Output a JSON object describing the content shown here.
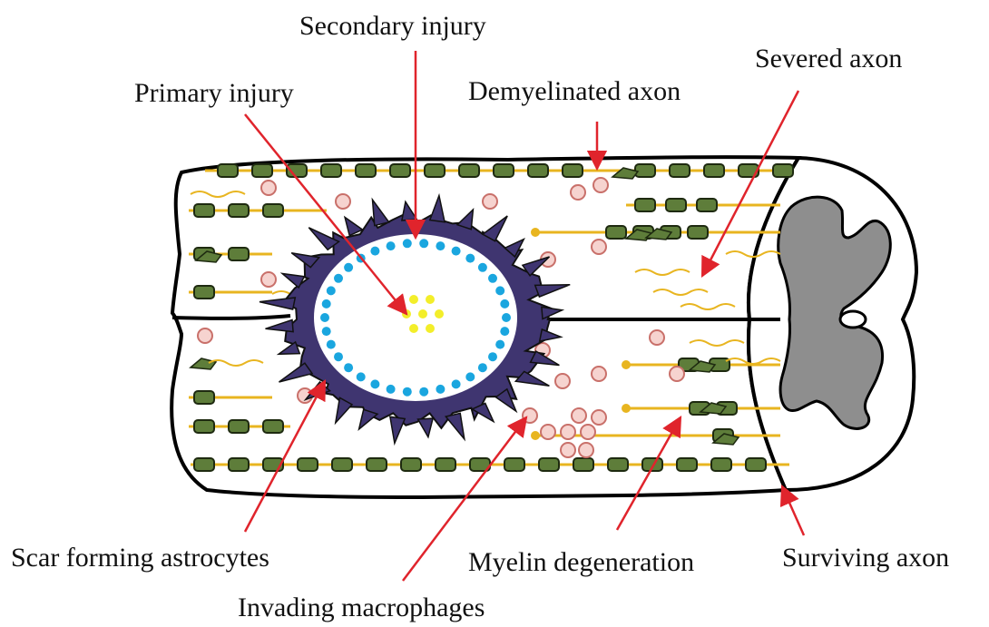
{
  "labels": {
    "secondary_injury": "Secondary injury",
    "primary_injury": "Primary injury",
    "demyelinated_axon": "Demyelinated axon",
    "severed_axon": "Severed axon",
    "scar_forming_astrocytes": "Scar forming astrocytes",
    "myelin_degeneration": "Myelin degeneration",
    "surviving_axon": "Surviving axon",
    "invading_macrophages": "Invading macrophages"
  },
  "colors": {
    "arrow": "#e0242c",
    "axon": "#e8b520",
    "myelin": "#5e7d3a",
    "macrophage_fill": "#f6d3cf",
    "macrophage_stroke": "#c9706a",
    "astrocyte": "#3f3570",
    "secondary_dot": "#1aa6df",
    "primary_dot": "#f3ee2a",
    "grey_matter": "#8e8e8e",
    "outline": "#000000"
  }
}
